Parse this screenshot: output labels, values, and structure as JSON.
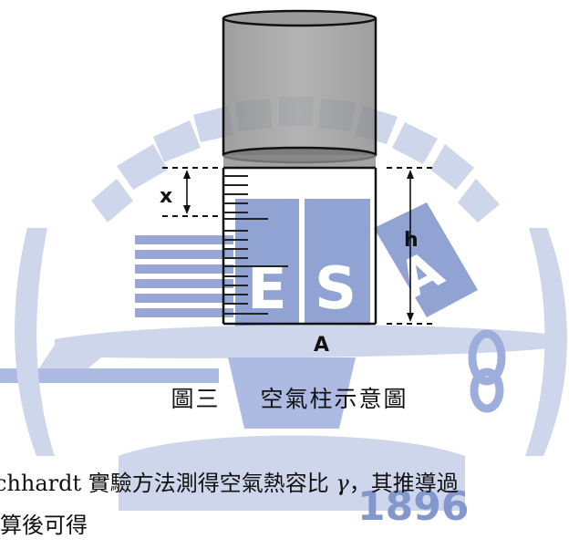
{
  "diagram": {
    "labels": {
      "x": "x",
      "h": "h",
      "a": "A"
    }
  },
  "watermark": {
    "letters": [
      "E",
      "S",
      "A"
    ],
    "year": "1896"
  },
  "figure_caption": {
    "number": "圖三",
    "title": "空氣柱示意圖"
  },
  "body": {
    "line1_pre": "chhardt 實驗方法測得空氣熱容比",
    "line1_symbol": "γ",
    "line1_post": "，其推導過",
    "line2": "算後可得"
  }
}
